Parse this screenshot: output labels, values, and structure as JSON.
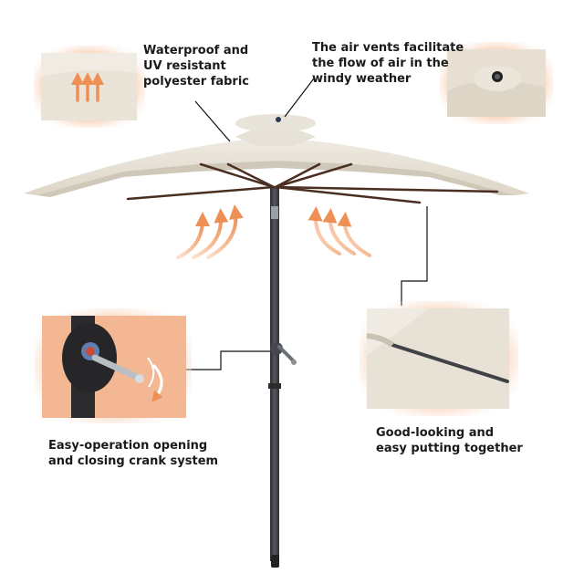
{
  "features": {
    "fabric": {
      "lines": [
        "Waterproof and",
        "UV resistant",
        "polyester fabric"
      ]
    },
    "vents": {
      "lines": [
        "The air vents facilitate",
        "the flow of air in the",
        "windy weather"
      ]
    },
    "crank": {
      "lines": [
        "Easy-operation opening",
        "and closing crank system"
      ]
    },
    "assembly": {
      "lines": [
        "Good-looking and",
        "easy putting together"
      ]
    }
  },
  "colors": {
    "canopy": "#ebe6dc",
    "canopy_shade": "#d9d2c4",
    "pole": "#3b3d40",
    "ribs": "#4a2e22",
    "inset_glow": "#f4b48a",
    "airflow": "#f2a06a"
  }
}
